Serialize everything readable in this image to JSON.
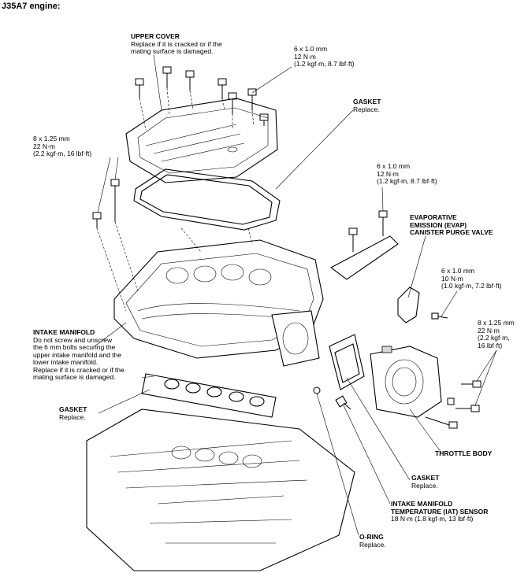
{
  "title": "J35A7 engine:",
  "labels": {
    "upper_cover": {
      "name": "UPPER COVER",
      "lines": [
        "Replace if it is cracked or if the",
        "mating surface is damaged."
      ]
    },
    "bolt_6x1_top": {
      "lines": [
        "6 x 1.0 mm",
        "12 N·m",
        "(1.2 kgf·m, 8.7 lbf·ft)"
      ]
    },
    "gasket_upper": {
      "name": "GASKET",
      "lines": [
        "Replace."
      ]
    },
    "bolt_8x125_left": {
      "lines": [
        "8 x 1.25 mm",
        "22 N·m",
        "(2.2 kgf·m, 16 lbf·ft)"
      ]
    },
    "bolt_6x1_mid": {
      "lines": [
        "6 x 1.0 mm",
        "12 N·m",
        "(1.2 kgf·m, 8.7 lbf·ft)"
      ]
    },
    "evap_valve": {
      "name_lines": [
        "EVAPORATIVE",
        "EMISSION (EVAP)",
        "CANISTER PURGE VALVE"
      ]
    },
    "bolt_6x1_evap": {
      "lines": [
        "6 x 1.0 mm",
        "10 N·m",
        "(1.0 kgf·m, 7.2 lbf·ft)"
      ]
    },
    "bolt_8x125_right": {
      "lines": [
        "8 x 1.25 mm",
        "22 N·m",
        "(2.2 kgf·m,",
        "16 lbf·ft)"
      ]
    },
    "intake_manifold": {
      "name": "INTAKE MANIFOLD",
      "lines": [
        "Do not screw and unscrew",
        "the 6 mm bolts securing the",
        "upper intake manifold and the",
        "lower intake manifold.",
        "Replace if it is cracked or if the",
        "mating surface is damaged."
      ]
    },
    "gasket_lower": {
      "name": "GASKET",
      "lines": [
        "Replace."
      ]
    },
    "throttle_body": {
      "name": "THROTTLE BODY"
    },
    "gasket_throttle": {
      "name": "GASKET",
      "lines": [
        "Replace."
      ]
    },
    "iat_sensor": {
      "name_lines": [
        "INTAKE MANIFOLD",
        "TEMPERATURE (IAT) SENSOR"
      ],
      "lines": [
        "18 N·m (1.8 kgf·m, 13 lbf·ft)"
      ]
    },
    "o_ring": {
      "name": "O-RING",
      "lines": [
        "Replace."
      ]
    }
  }
}
